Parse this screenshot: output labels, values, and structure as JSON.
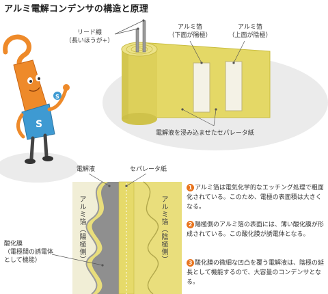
{
  "title": "アルミ電解コンデンサの構造と原理",
  "top_diagram": {
    "lead_label": [
      "リード線",
      "（長いほうが+）"
    ],
    "foil_anode_label": [
      "アルミ箔",
      "（下面が陽極）"
    ],
    "foil_cathode_label": [
      "アルミ箔",
      "（上面が陰極）"
    ],
    "separator_label": "電解液を浸み込ませたセパレータ紙"
  },
  "cross_section": {
    "electrolyte_label": "電解液",
    "separator_label": "セパレータ紙",
    "anode_label": "アルミ箔（陽極側）",
    "cathode_label": "アルミ箔（陰極側）",
    "oxide_label": [
      "酸化膜",
      "（電極間の誘電体",
      "として機能）"
    ]
  },
  "notes": [
    {
      "num": "1",
      "text": "アルミ箔は電気化学的なエッチング処理で粗面化されている。このため、電極の表面積は大きくなる。"
    },
    {
      "num": "2",
      "text": "陽極側のアルミ箔の表面には、薄い酸化膜が形成されている。この酸化膜が誘電体となる。"
    },
    {
      "num": "3",
      "text": "酸化膜の微細な凹凸を覆う電解液は、陰極の延長として機能するので、大容量のコンデンサとなる。"
    }
  ],
  "colors": {
    "paper": "#e6dc6e",
    "paper_dark": "#c9bd3e",
    "foil": "#f3f1e4",
    "electrolyte": "#8a8a8a",
    "background_blob": "#e9e9e9",
    "number_badge": "#e8731c",
    "mascot_orange": "#ee8a2a",
    "mascot_blue": "#3e9ad2"
  }
}
